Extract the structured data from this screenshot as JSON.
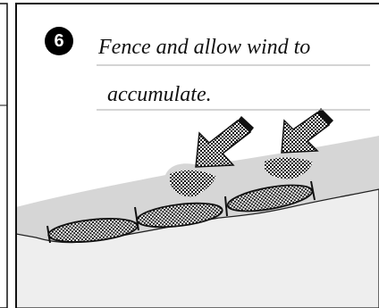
{
  "step": {
    "number": "6"
  },
  "caption": {
    "line1": "Fence and allow wind to",
    "line2": "accumulate."
  },
  "colors": {
    "frame": "#111111",
    "snow_fill": "#d6d6d6",
    "ground_fill": "#eeeeee",
    "checker_dark": "#1a1a1a",
    "checker_light": "#ffffff"
  },
  "figure": {
    "arrows": [
      {
        "name": "wind-arrow",
        "direction": "down-left"
      },
      {
        "name": "wind-arrow",
        "direction": "down-left"
      }
    ],
    "fence_segments": 3,
    "snow_drifts": 2
  }
}
